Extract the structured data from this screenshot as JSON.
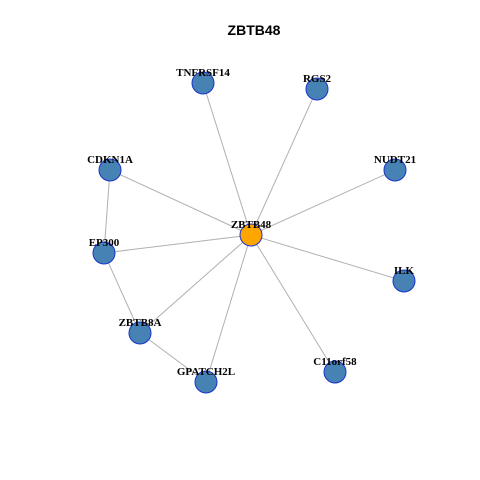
{
  "title": "ZBTB48",
  "colors": {
    "hub": "#ffa500",
    "neighbor": "#4682b4",
    "node_border": "#1a33cc",
    "edge": "#b0b0b0"
  },
  "network": {
    "nodes": [
      {
        "id": "ZBTB48",
        "label": "ZBTB48",
        "role": "hub"
      },
      {
        "id": "TNFRSF14",
        "label": "TNFRSF14",
        "role": "neighbor"
      },
      {
        "id": "RGS2",
        "label": "RGS2",
        "role": "neighbor"
      },
      {
        "id": "CDKN1A",
        "label": "CDKN1A",
        "role": "neighbor"
      },
      {
        "id": "NUDT21",
        "label": "NUDT21",
        "role": "neighbor"
      },
      {
        "id": "EP300",
        "label": "EP300",
        "role": "neighbor"
      },
      {
        "id": "ILK",
        "label": "ILK",
        "role": "neighbor"
      },
      {
        "id": "ZBTB8A",
        "label": "ZBTB8A",
        "role": "neighbor"
      },
      {
        "id": "GPATCH2L",
        "label": "GPATCH2L",
        "role": "neighbor"
      },
      {
        "id": "C11orf58",
        "label": "C11orf58",
        "role": "neighbor"
      }
    ],
    "edges": [
      [
        "ZBTB48",
        "TNFRSF14"
      ],
      [
        "ZBTB48",
        "RGS2"
      ],
      [
        "ZBTB48",
        "CDKN1A"
      ],
      [
        "ZBTB48",
        "NUDT21"
      ],
      [
        "ZBTB48",
        "EP300"
      ],
      [
        "ZBTB48",
        "ILK"
      ],
      [
        "ZBTB48",
        "ZBTB8A"
      ],
      [
        "ZBTB48",
        "GPATCH2L"
      ],
      [
        "ZBTB48",
        "C11orf58"
      ],
      [
        "CDKN1A",
        "EP300"
      ],
      [
        "EP300",
        "ZBTB8A"
      ],
      [
        "ZBTB8A",
        "GPATCH2L"
      ]
    ]
  }
}
